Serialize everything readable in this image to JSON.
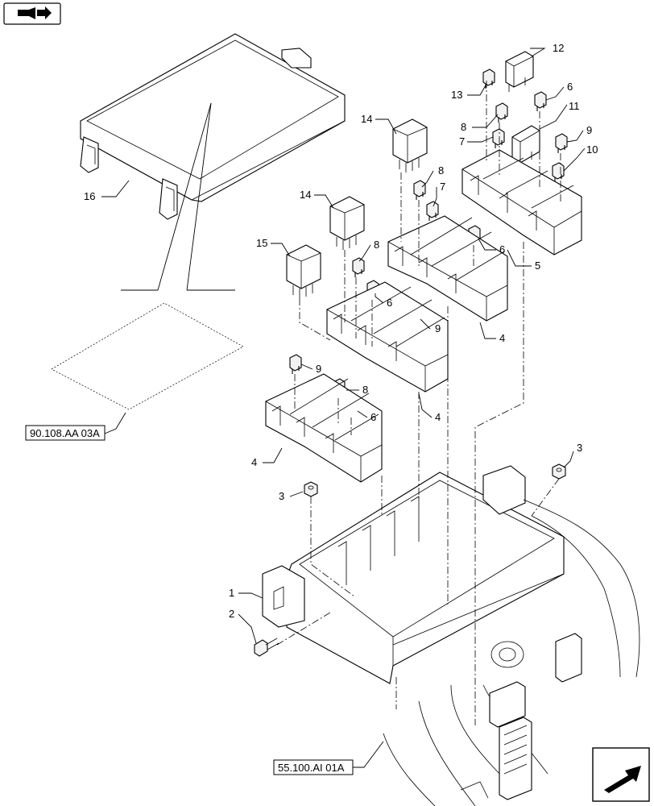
{
  "header": {
    "icon": "book-arrow-icon"
  },
  "footer": {
    "icon": "next-page-arrow-icon"
  },
  "references": [
    {
      "id": "ref-90-108",
      "text": "90.108.AA 03A"
    },
    {
      "id": "ref-55-100",
      "text": "55.100.AI 01A"
    }
  ],
  "callouts": [
    {
      "id": "c16",
      "text": "16"
    },
    {
      "id": "c14a",
      "text": "14"
    },
    {
      "id": "c14b",
      "text": "14"
    },
    {
      "id": "c15",
      "text": "15"
    },
    {
      "id": "c13",
      "text": "13"
    },
    {
      "id": "c12",
      "text": "12"
    },
    {
      "id": "c11",
      "text": "11"
    },
    {
      "id": "c10",
      "text": "10"
    },
    {
      "id": "c9a",
      "text": "9"
    },
    {
      "id": "c9b",
      "text": "9"
    },
    {
      "id": "c9c",
      "text": "9"
    },
    {
      "id": "c8a",
      "text": "8"
    },
    {
      "id": "c8b",
      "text": "8"
    },
    {
      "id": "c8c",
      "text": "8"
    },
    {
      "id": "c8d",
      "text": "8"
    },
    {
      "id": "c7a",
      "text": "7"
    },
    {
      "id": "c7b",
      "text": "7"
    },
    {
      "id": "c6a",
      "text": "6"
    },
    {
      "id": "c6b",
      "text": "6"
    },
    {
      "id": "c6c",
      "text": "6"
    },
    {
      "id": "c6d",
      "text": "6"
    },
    {
      "id": "c5",
      "text": "5"
    },
    {
      "id": "c4a",
      "text": "4"
    },
    {
      "id": "c4b",
      "text": "4"
    },
    {
      "id": "c4c",
      "text": "4"
    },
    {
      "id": "c3a",
      "text": "3"
    },
    {
      "id": "c3b",
      "text": "3"
    },
    {
      "id": "c2",
      "text": "2"
    },
    {
      "id": "c1",
      "text": "1"
    }
  ]
}
